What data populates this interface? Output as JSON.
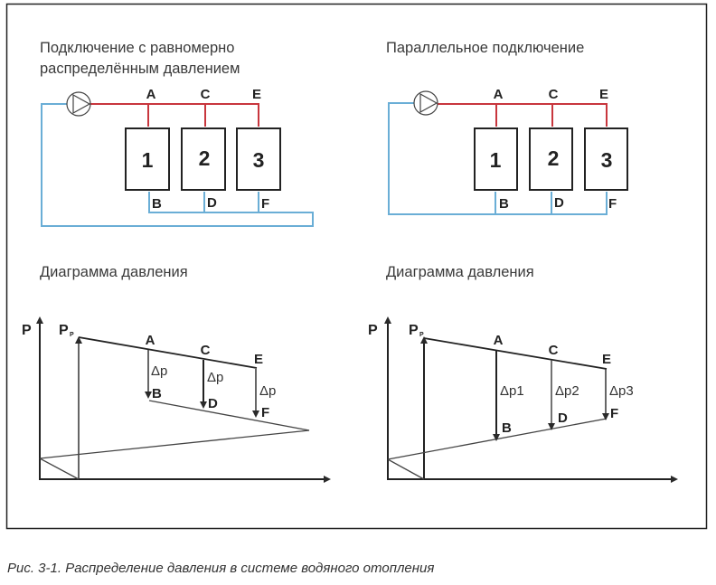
{
  "colors": {
    "supply": "#c8363d",
    "return": "#6aaed6",
    "line": "#2a2a2a",
    "frame": "#222222"
  },
  "left_schema": {
    "title_lines": [
      "Подключение с равномерно",
      "распределённым давлением"
    ],
    "supply_labels": [
      "A",
      "C",
      "E"
    ],
    "return_labels": [
      "B",
      "D",
      "F"
    ],
    "radiators": [
      "1",
      "2",
      "3"
    ],
    "pump_icon": "pump-icon"
  },
  "right_schema": {
    "title_lines": [
      "Параллельное подключение"
    ],
    "supply_labels": [
      "A",
      "C",
      "E"
    ],
    "return_labels": [
      "B",
      "D",
      "F"
    ],
    "radiators": [
      "1",
      "2",
      "3"
    ],
    "pump_icon": "pump-icon"
  },
  "left_diagram": {
    "title": "Диаграмма давления",
    "axis_y": "P",
    "pump_pressure": "P",
    "pump_pressure_sub": "P",
    "top_labels": [
      "A",
      "C",
      "E"
    ],
    "bottom_labels": [
      "B",
      "D",
      "F"
    ],
    "drop_labels": [
      "Δp",
      "Δp",
      "Δp"
    ]
  },
  "right_diagram": {
    "title": "Диаграмма давления",
    "axis_y": "P",
    "pump_pressure": "P",
    "pump_pressure_sub": "P",
    "top_labels": [
      "A",
      "C",
      "E"
    ],
    "bottom_labels": [
      "B",
      "D",
      "F"
    ],
    "drop_labels": [
      "Δp1",
      "Δp2",
      "Δp3"
    ]
  },
  "caption": "Рис. 3-1. Распределение давления в системе водяного отопления"
}
